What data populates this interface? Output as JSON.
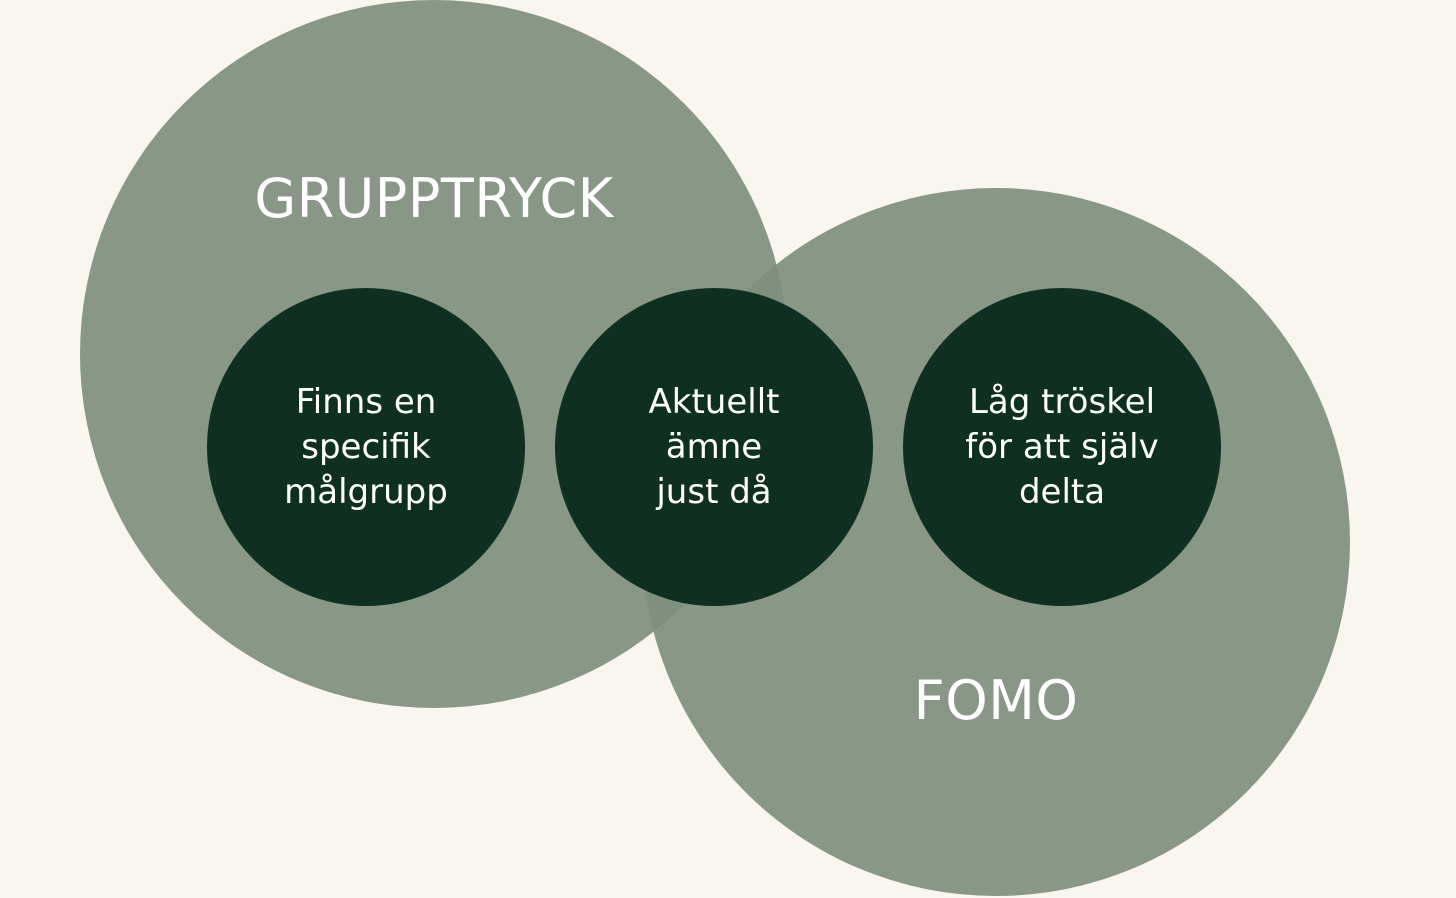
{
  "colors": {
    "background": "#f9f6f0",
    "outer_circle": "#7f8f7e",
    "outer_circle_opacity": 0.93,
    "inner_circle": "#0f3020",
    "text": "#ffffff"
  },
  "outer_circles": [
    {
      "label": "GRUPPTRYCK"
    },
    {
      "label": "FOMO"
    }
  ],
  "inner_circles": [
    {
      "text": "Finns en\nspecifik\nmålgrupp"
    },
    {
      "text": "Aktuellt\nämne\njust då"
    },
    {
      "text": "Låg tröskel\nför att själv\ndelta"
    }
  ]
}
